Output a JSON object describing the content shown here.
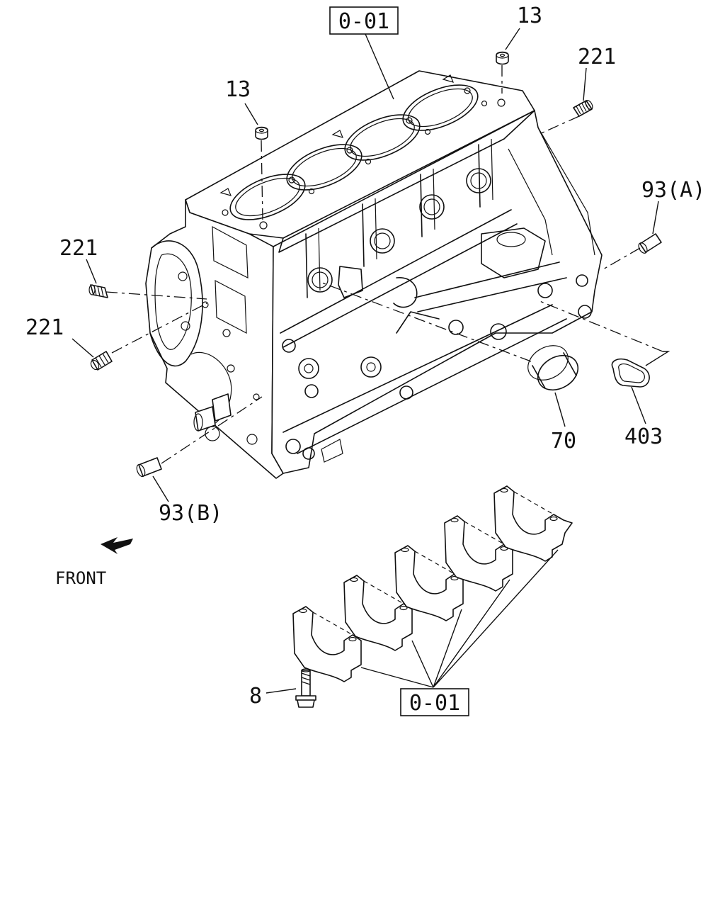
{
  "diagram": {
    "callouts": {
      "ref_top": "0-01",
      "ref_bottom": "0-01",
      "plug_13_right": "13",
      "plug_13_left": "13",
      "plug_221_right": "221",
      "plug_221_left_upper": "221",
      "plug_221_left_lower": "221",
      "dowel_93a": "93(A)",
      "dowel_93b": "93(B)",
      "bushing_70": "70",
      "gasket_403": "403",
      "bolt_8": "8",
      "front_marker": "FRONT"
    }
  }
}
